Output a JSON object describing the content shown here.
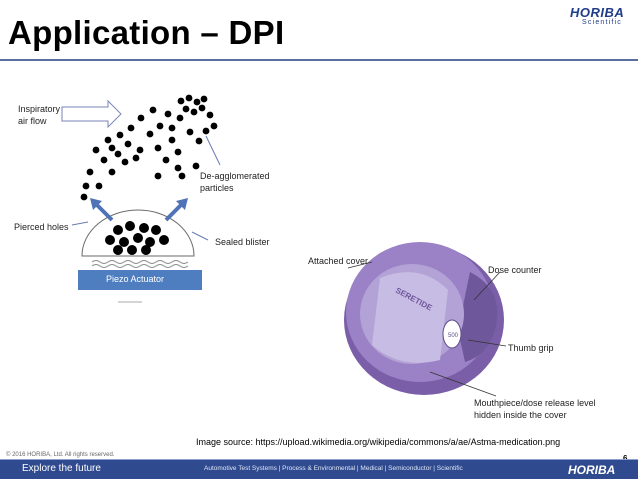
{
  "header": {
    "title": "Application – DPI",
    "logo_main": "HORIBA",
    "logo_sub": "Scientific"
  },
  "diagram": {
    "labels": {
      "inspiratory_air_flow_line1": "Inspiratory",
      "inspiratory_air_flow_line2": "air flow",
      "deagglomerated_line1": "De-agglomerated",
      "deagglomerated_line2": "particles",
      "pierced_holes": "Pierced holes",
      "sealed_blister": "Sealed blister",
      "piezo_actuator": "Piezo Actuator"
    },
    "colors": {
      "particle": "#000000",
      "arrow": "#4f73b6",
      "piezo": "#4f7ec0",
      "blister_outline": "#6a6a6a"
    }
  },
  "photo": {
    "labels": {
      "attached_cover": "Attached cover",
      "dose_counter": "Dose counter",
      "thumb_grip": "Thumb grip",
      "mouthpiece_line1": "Mouthpiece/dose release level",
      "mouthpiece_line2": "hidden inside the cover"
    },
    "device_text": "SERETIDE",
    "dose_number": "500",
    "colors": {
      "device_outer": "#8a6fb5",
      "device_inner": "#a894cc",
      "device_dark": "#5e4a8a"
    }
  },
  "footer": {
    "source": "Image source: https://upload.wikimedia.org/wikipedia/commons/a/ae/Astma-medication.png",
    "page_number": "6",
    "copyright": "© 2016 HORIBA, Ltd. All rights reserved.",
    "tagline": "Explore the future",
    "divisions": "Automotive Test Systems  |  Process & Environmental  |  Medical  |  Semiconductor  |  Scientific",
    "logo": "HORIBA"
  }
}
